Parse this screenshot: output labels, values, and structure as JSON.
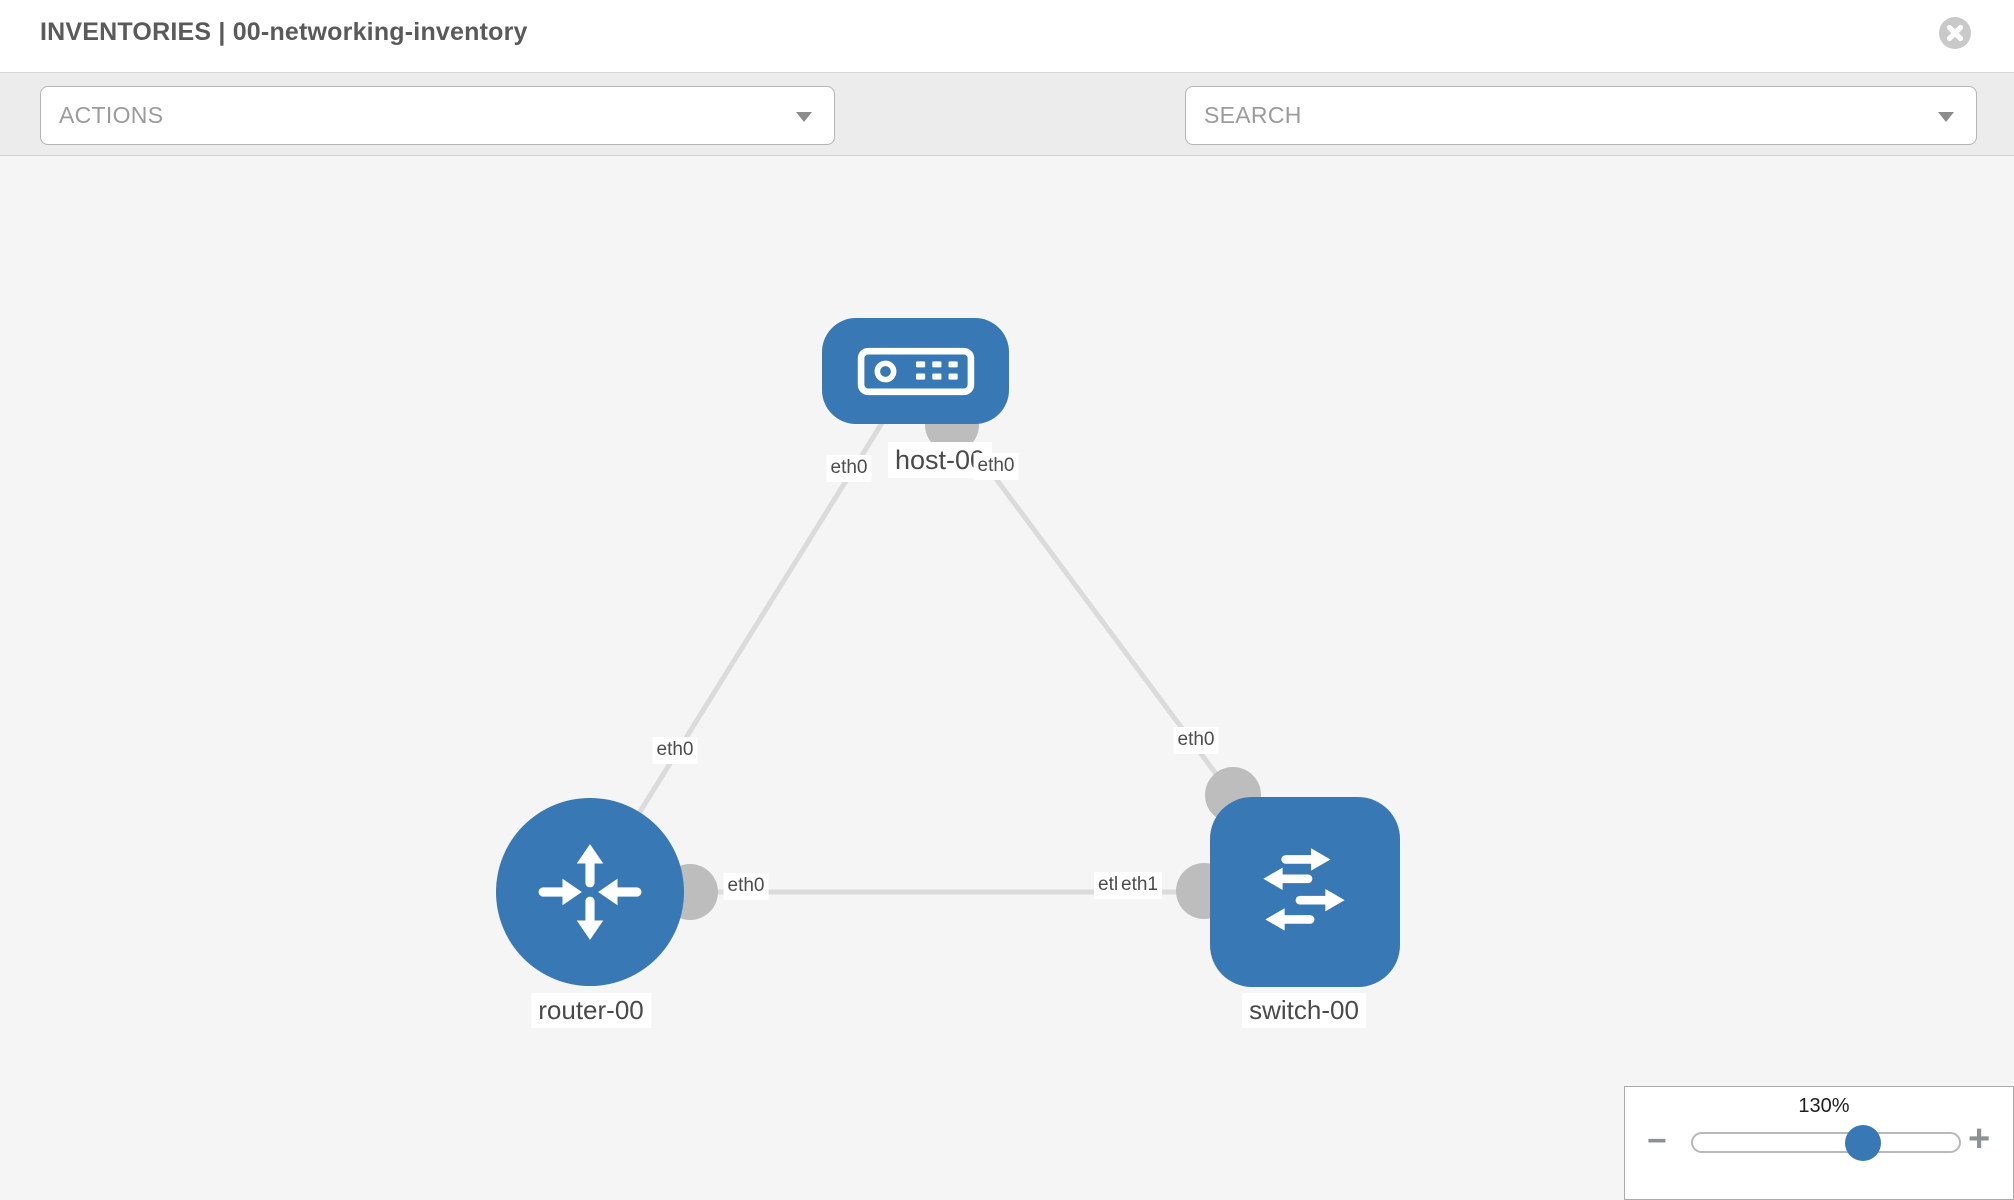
{
  "header": {
    "title": "INVENTORIES | 00-networking-inventory"
  },
  "toolbar": {
    "actions_label": "ACTIONS",
    "search_label": "SEARCH",
    "icons": [
      "wrench-icon",
      "key-icon"
    ]
  },
  "topology": {
    "nodes": [
      {
        "id": "host-00",
        "type": "host",
        "label": "host-00"
      },
      {
        "id": "router-00",
        "type": "router",
        "label": "router-00"
      },
      {
        "id": "switch-00",
        "type": "switch",
        "label": "switch-00"
      }
    ],
    "links": [
      {
        "from": "host-00",
        "to": "router-00",
        "from_if": "eth0",
        "to_if": "eth0"
      },
      {
        "from": "host-00",
        "to": "switch-00",
        "from_if": "eth0",
        "to_if": "eth0"
      },
      {
        "from": "router-00",
        "to": "switch-00",
        "from_if": "eth0",
        "to_if": "eth1",
        "to_if_overlapped": "eth0"
      }
    ]
  },
  "zoom_control": {
    "level": "130%",
    "minus_label": "−",
    "plus_label": "+"
  },
  "colors": {
    "node_blue": "#3778b5",
    "connector_gray": "#bdbdbd",
    "link_gray": "#dbdbdb",
    "toolbar_gray": "#ececec"
  }
}
